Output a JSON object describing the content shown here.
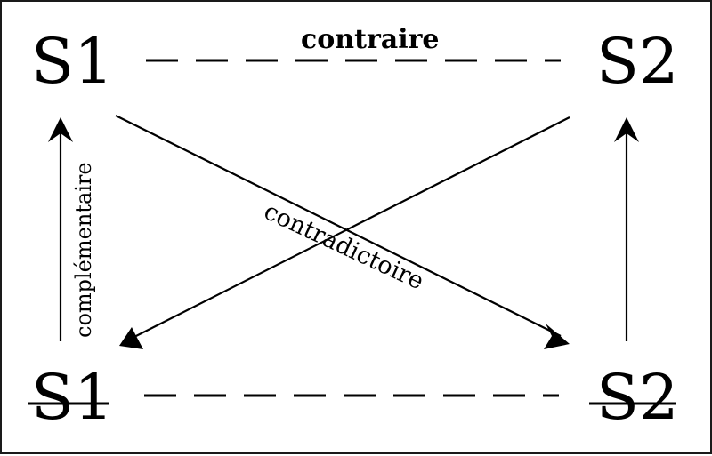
{
  "terms": {
    "top_left": "S1",
    "top_right": "S2",
    "bottom_left": "S1",
    "bottom_right": "S2"
  },
  "relations": {
    "contrary": "contraire",
    "contradictory": "contradictoire",
    "complementary": "complémentaire"
  },
  "colors": {
    "ink": "#000000",
    "border": "#1a1a1a",
    "background": "#ffffff"
  }
}
